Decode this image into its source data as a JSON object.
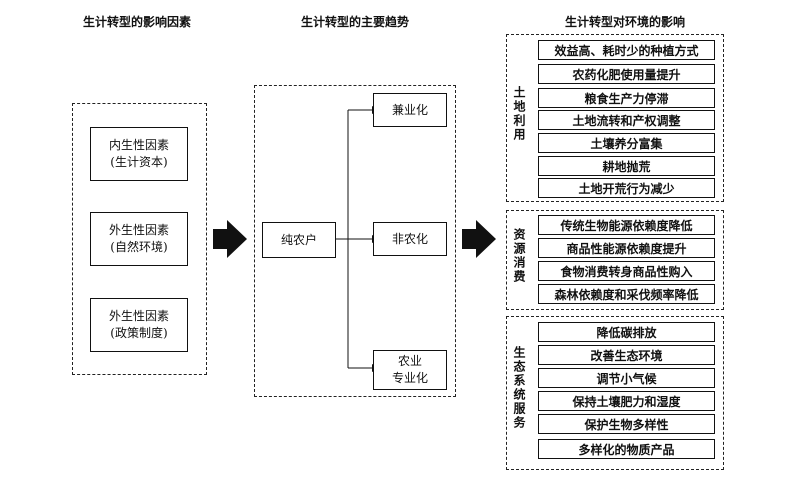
{
  "headers": {
    "factors": "生计转型的影响因素",
    "trends": "生计转型的主要趋势",
    "impacts": "生计转型对环境的影响"
  },
  "factors": [
    "内生性因素\n(生计资本)",
    "外生性因素\n(自然环境)",
    "外生性因素\n(政策制度)"
  ],
  "trends": {
    "source": "纯农户",
    "targets": [
      "兼业化",
      "非农化",
      "农业\n专业化"
    ]
  },
  "impacts": [
    {
      "label": "土地利用",
      "items": [
        "效益高、耗时少的种植方式",
        "农药化肥使用量提升",
        "粮食生产力停滞",
        "土地流转和产权调整",
        "土壤养分富集",
        "耕地抛荒",
        "土地开荒行为减少"
      ]
    },
    {
      "label": "资源消费",
      "items": [
        "传统生物能源依赖度降低",
        "商品性能源依赖度提升",
        "食物消费转身商品性购入",
        "森林依赖度和采伐频率降低"
      ]
    },
    {
      "label": "生态系统服务",
      "items": [
        "降低碳排放",
        "改善生态环境",
        "调节小气候",
        "保持土壤肥力和湿度",
        "保护生物多样性",
        "多样化的物质产品"
      ]
    }
  ]
}
